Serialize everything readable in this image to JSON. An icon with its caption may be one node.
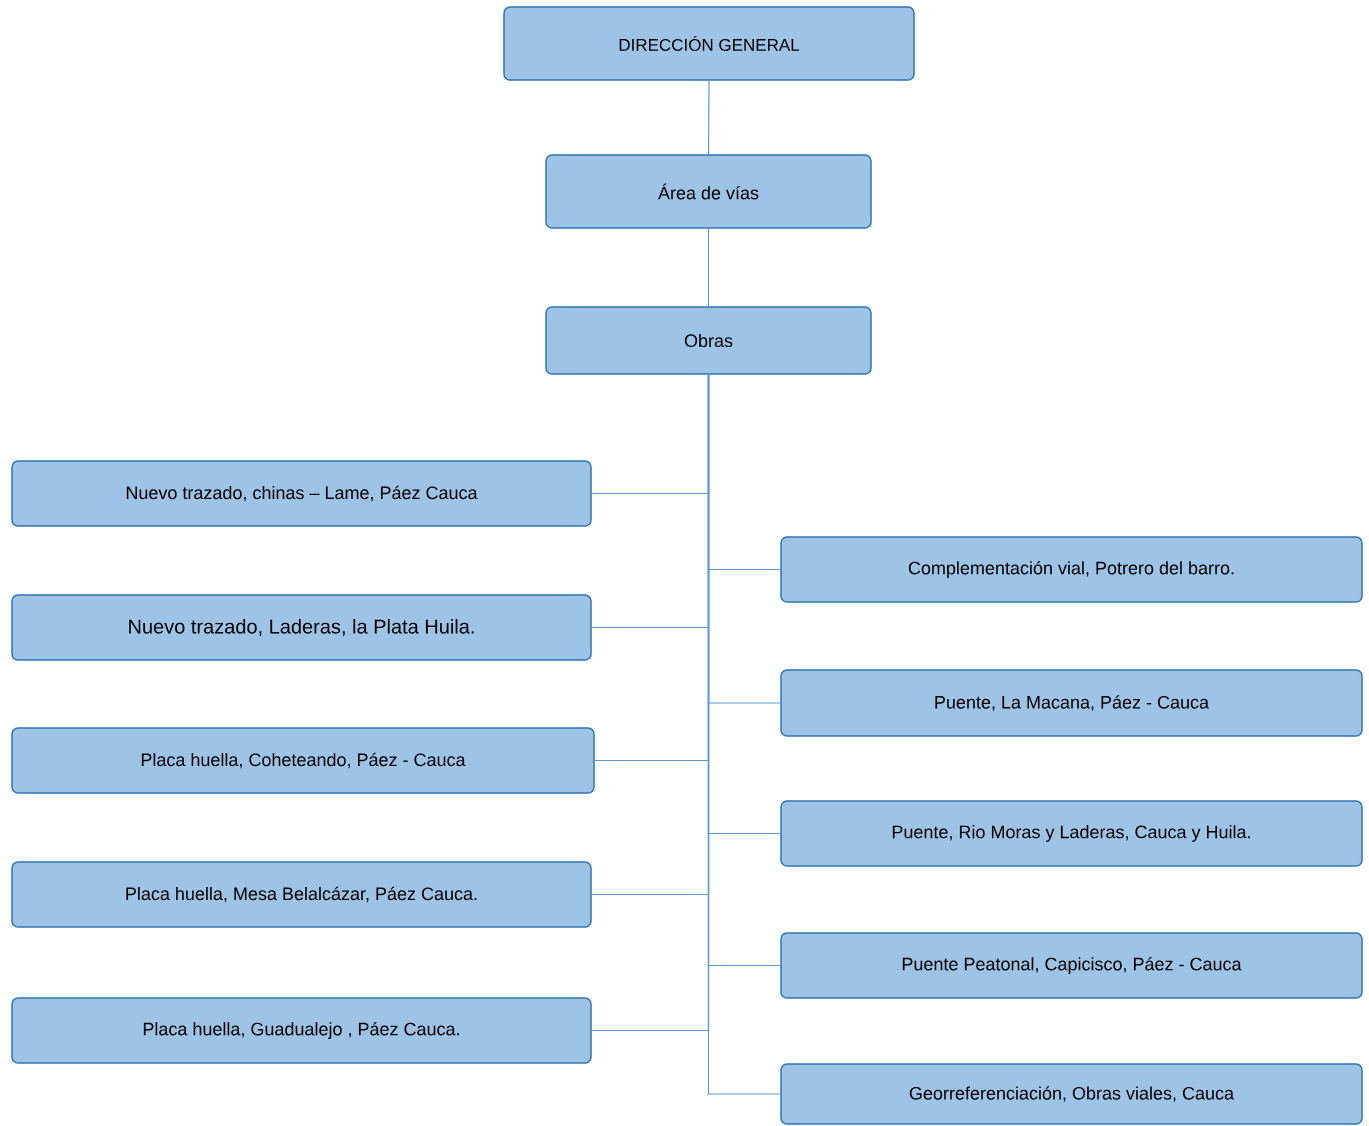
{
  "diagram": {
    "nodes": [
      {
        "text": [
          "DIRECCIÓN GENERAL"
        ]
      },
      {
        "text": [
          "Área de vías"
        ]
      },
      {
        "text": [
          "Obras"
        ]
      },
      {
        "text": [
          "Nuevo trazado, chinas – Lame,  Páez Cauca"
        ]
      },
      {
        "text": [
          "Complementación vial, Potrero del barro."
        ]
      },
      {
        "text": [
          "Nuevo trazado, Laderas, la Plata Huila."
        ]
      },
      {
        "text": [
          "Puente, La Macana,  Páez - Cauca"
        ]
      },
      {
        "text": [
          "Placa huella, Coheteando,  Páez - Cauca"
        ]
      },
      {
        "text": [
          "Puente, Rio Moras y Laderas, Cauca y Huila."
        ]
      },
      {
        "text": [
          "Placa huella, Mesa Belalcázar, Páez Cauca."
        ]
      },
      {
        "text": [
          "Puente Peatonal, Capicisco,  Páez - Cauca"
        ]
      },
      {
        "text": [
          "Placa huella, Guadualejo , Páez Cauca."
        ]
      },
      {
        "text": [
          "Georreferenciación, Obras viales, Cauca"
        ]
      }
    ],
    "edges": [
      {
        "from": 0,
        "to": 1,
        "arrow": "none"
      },
      {
        "from": 1,
        "to": 2,
        "arrow": "none"
      },
      {
        "from": 2,
        "to": 3,
        "arrow": "none"
      },
      {
        "from": 2,
        "to": 4,
        "arrow": "none"
      },
      {
        "from": 2,
        "to": 5,
        "arrow": "none"
      },
      {
        "from": 2,
        "to": 6,
        "arrow": "none"
      },
      {
        "from": 2,
        "to": 7,
        "arrow": "none"
      },
      {
        "from": 2,
        "to": 8,
        "arrow": "none"
      },
      {
        "from": 2,
        "to": 9,
        "arrow": "none"
      },
      {
        "from": 2,
        "to": 10,
        "arrow": "none"
      },
      {
        "from": 2,
        "to": 11,
        "arrow": "none"
      },
      {
        "from": 2,
        "to": 12,
        "arrow": "none"
      }
    ]
  }
}
